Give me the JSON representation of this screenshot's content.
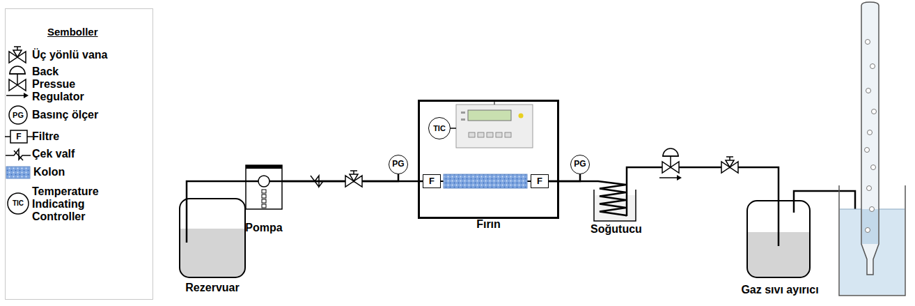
{
  "diagram": {
    "nodes": [
      {
        "text": [
          "Rezervuar"
        ]
      },
      {
        "text": [
          "Pompa"
        ]
      },
      {
        "text": [
          "PG"
        ]
      },
      {
        "text": [
          "Fırın"
        ]
      },
      {
        "text": [
          "TIC"
        ],
        "in": 3
      },
      {
        "text": [
          "F"
        ],
        "in": 3
      },
      {
        "text": [
          "F"
        ],
        "in": 3
      },
      {
        "text": [
          "PG"
        ]
      },
      {
        "text": [
          "Soğutucu"
        ]
      },
      {
        "text": [
          "Gaz sıvı ayırıcı"
        ]
      }
    ],
    "edges": [
      {
        "from": 0,
        "to": 1,
        "arrow": "none"
      },
      {
        "from": 1,
        "to": 2,
        "arrow": "none"
      },
      {
        "from": 1,
        "to": 5,
        "arrow": "none"
      },
      {
        "from": 6,
        "to": 7,
        "arrow": "none"
      },
      {
        "from": 6,
        "to": 8,
        "arrow": "none"
      },
      {
        "from": 8,
        "to": 9,
        "arrow": "none"
      }
    ],
    "labels": [
      "Semboller",
      "PG",
      "F",
      "TIC"
    ],
    "legend": [
      {
        "text": "Üç yönlü vana"
      },
      {
        "text": "Back Pressue Regulator"
      },
      {
        "text": "Basınç ölçer"
      },
      {
        "text": "Filtre"
      },
      {
        "text": "Çek valf"
      },
      {
        "text": "Kolon"
      },
      {
        "text": "Temperature Indicating Controller"
      }
    ]
  }
}
